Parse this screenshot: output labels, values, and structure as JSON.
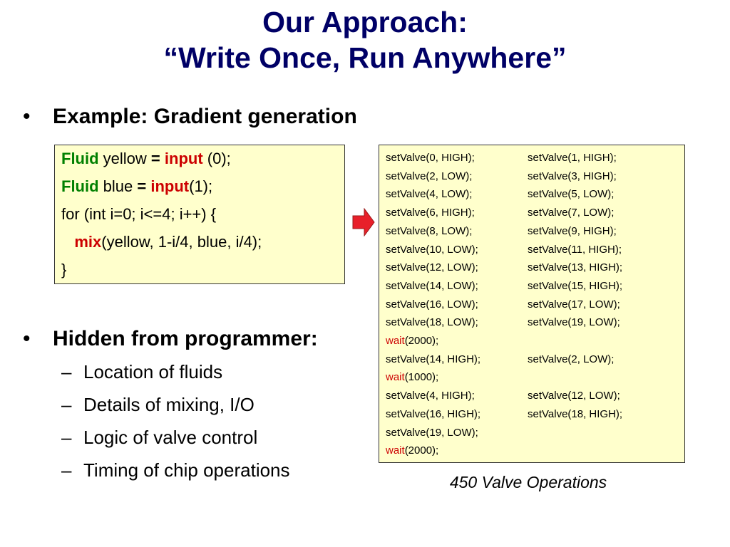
{
  "title": {
    "line1": "Our Approach:",
    "line2": "“Write Once, Run Anywhere”"
  },
  "bullets": {
    "bullet_glyph": "•",
    "example": "Example:  Gradient generation",
    "hidden": "Hidden from programmer:",
    "dash_glyph": "–",
    "hidden_items": [
      "Location of fluids",
      "Details of mixing, I/O",
      "Logic of valve control",
      "Timing of chip operations"
    ]
  },
  "code": {
    "line1": {
      "kw": "Fluid",
      "rest1": " yellow ",
      "op": "=",
      "sp": " ",
      "fn": "input",
      "rest2": " (0);"
    },
    "line2": {
      "kw": "Fluid",
      "rest1": " blue ",
      "op": "=",
      "sp": " ",
      "fn": "input",
      "rest2": "(1);"
    },
    "line3": "for (int i=0; i<=4; i++) {",
    "line4": {
      "indent": "   ",
      "fn": "mix",
      "rest": "(yellow, 1-i/4, blue, i/4);"
    },
    "line5": "}"
  },
  "colors": {
    "title": "#000066",
    "keyword_green": "#008000",
    "keyword_red": "#cc0000",
    "box_fill": "#ffffcc",
    "arrow_fill": "#e8202a"
  },
  "arrow_icon": "right-arrow-icon",
  "valve_ops": {
    "rows": [
      {
        "c1": "setValve(0, HIGH);",
        "c2": "setValve(1, HIGH);"
      },
      {
        "c1": "setValve(2, LOW);",
        "c2": "setValve(3, HIGH);"
      },
      {
        "c1": "setValve(4, LOW);",
        "c2": "setValve(5, LOW);"
      },
      {
        "c1": "setValve(6, HIGH);",
        "c2": "setValve(7, LOW);"
      },
      {
        "c1": "setValve(8, LOW);",
        "c2": "setValve(9, HIGH);"
      },
      {
        "c1": "setValve(10, LOW);",
        "c2": "setValve(11, HIGH);"
      },
      {
        "c1": "setValve(12, LOW);",
        "c2": "setValve(13, HIGH);"
      },
      {
        "c1": "setValve(14, LOW);",
        "c2": "setValve(15, HIGH);"
      },
      {
        "c1": "setValve(16, LOW);",
        "c2": "setValve(17, LOW);"
      },
      {
        "c1": "setValve(18, LOW);",
        "c2": "setValve(19, LOW);"
      },
      {
        "wait_kw": "wait",
        "wait_rest": "(2000);"
      },
      {
        "c1": "setValve(14, HIGH);",
        "c2": "setValve(2, LOW);"
      },
      {
        "wait_kw": "wait",
        "wait_rest": "(1000);"
      },
      {
        "c1": "setValve(4, HIGH);",
        "c2": "setValve(12, LOW);"
      },
      {
        "c1": "setValve(16, HIGH);",
        "c2": "setValve(18, HIGH);"
      },
      {
        "c1": "setValve(19, LOW);"
      },
      {
        "wait_kw": "wait",
        "wait_rest": "(2000);"
      }
    ],
    "caption": "450 Valve Operations"
  }
}
